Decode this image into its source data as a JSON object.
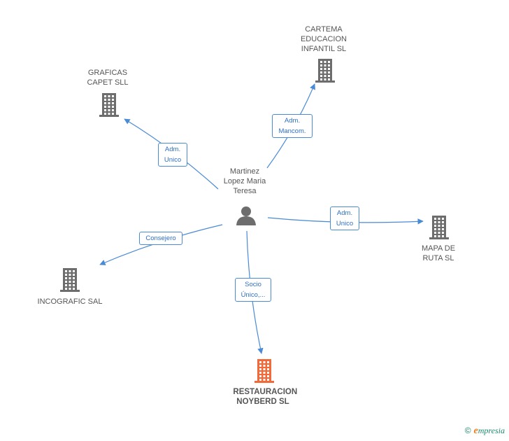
{
  "colors": {
    "edge": "#4a8ad6",
    "building": "#6d6d6d",
    "building_highlight": "#f26a3a",
    "person": "#6d6d6d"
  },
  "person": {
    "name_lines": [
      "Martinez",
      "Lopez Maria",
      "Teresa"
    ],
    "icon": "person-icon"
  },
  "companies": [
    {
      "id": "graficas",
      "lines": [
        "GRAFICAS",
        "CAPET SLL"
      ],
      "icon": "building-icon"
    },
    {
      "id": "cartema",
      "lines": [
        "CARTEMA",
        "EDUCACION",
        "INFANTIL SL"
      ],
      "icon": "building-icon"
    },
    {
      "id": "mapa",
      "lines": [
        "MAPA DE",
        "RUTA  SL"
      ],
      "icon": "building-icon"
    },
    {
      "id": "incografic",
      "lines": [
        "INCOGRAFIC SAL"
      ],
      "icon": "building-icon"
    },
    {
      "id": "restauracion",
      "lines": [
        "RESTAURACION",
        "NOYBERD SL"
      ],
      "icon": "building-icon",
      "highlight": true
    }
  ],
  "relations": [
    {
      "to": "graficas",
      "label_lines": [
        "Adm.",
        "Unico"
      ]
    },
    {
      "to": "cartema",
      "label_lines": [
        "Adm.",
        "Mancom."
      ]
    },
    {
      "to": "mapa",
      "label_lines": [
        "Adm.",
        "Unico"
      ]
    },
    {
      "to": "incografic",
      "label_lines": [
        "Consejero"
      ]
    },
    {
      "to": "restauracion",
      "label_lines": [
        "Socio",
        "Único,..."
      ]
    }
  ],
  "brand": {
    "copyright": "©",
    "initial": "e",
    "name": "mpresia"
  }
}
